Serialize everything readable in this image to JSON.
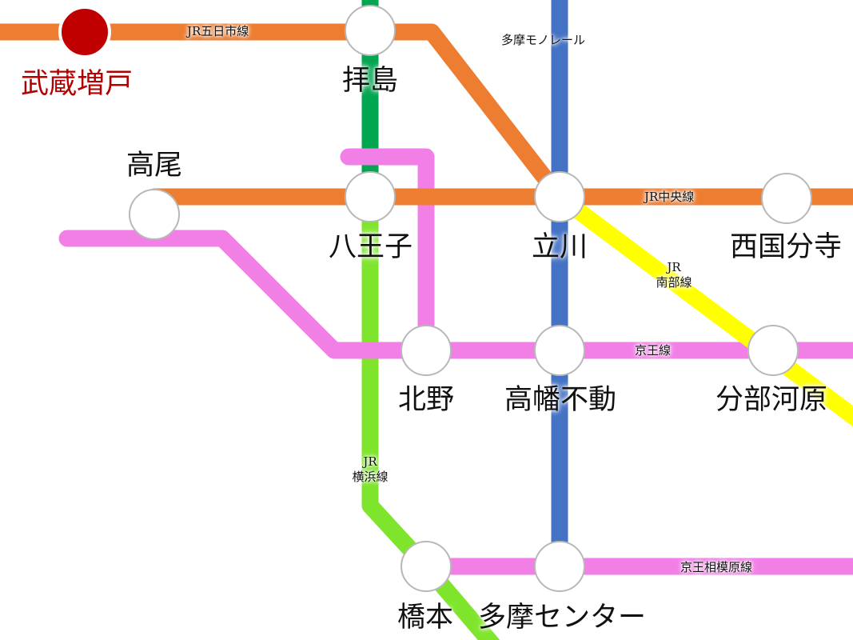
{
  "lines": [
    {
      "id": "jr-itsukaichi",
      "name": "JR五日市線",
      "color": "#ED7D31"
    },
    {
      "id": "jr-chuo",
      "name": "JR中央線",
      "color": "#ED7D31"
    },
    {
      "id": "jr-hachiko",
      "name": "",
      "color": "#00A650"
    },
    {
      "id": "tama-monorail",
      "name": "多摩モノレール",
      "color": "#4472C4"
    },
    {
      "id": "jr-nambu",
      "name_top": "JR",
      "name_bottom": "南部線",
      "color": "#FFFF00"
    },
    {
      "id": "keio",
      "name": "京王線",
      "color": "#F27FE6"
    },
    {
      "id": "keio-takao",
      "name": "",
      "color": "#F27FE6"
    },
    {
      "id": "keio-sagamihara",
      "name": "京王相模原線",
      "color": "#F27FE6"
    },
    {
      "id": "jr-yokohama",
      "name_top": "JR",
      "name_bottom": "横浜線",
      "color": "#7FE52C"
    }
  ],
  "stations": [
    {
      "id": "musashi-masuko",
      "name": "武蔵増戸",
      "home": true,
      "color": "#C00000"
    },
    {
      "id": "haijima",
      "name": "拝島"
    },
    {
      "id": "takao",
      "name": "高尾"
    },
    {
      "id": "hachioji",
      "name": "八王子"
    },
    {
      "id": "tachikawa",
      "name": "立川"
    },
    {
      "id": "nishi-kokubunji",
      "name": "西国分寺"
    },
    {
      "id": "kitano",
      "name": "北野"
    },
    {
      "id": "takahata-fudo",
      "name": "高幡不動"
    },
    {
      "id": "bubaigawara",
      "name": "分部河原"
    },
    {
      "id": "hashimoto",
      "name": "橋本"
    },
    {
      "id": "tama-center",
      "name": "多摩センター"
    }
  ]
}
